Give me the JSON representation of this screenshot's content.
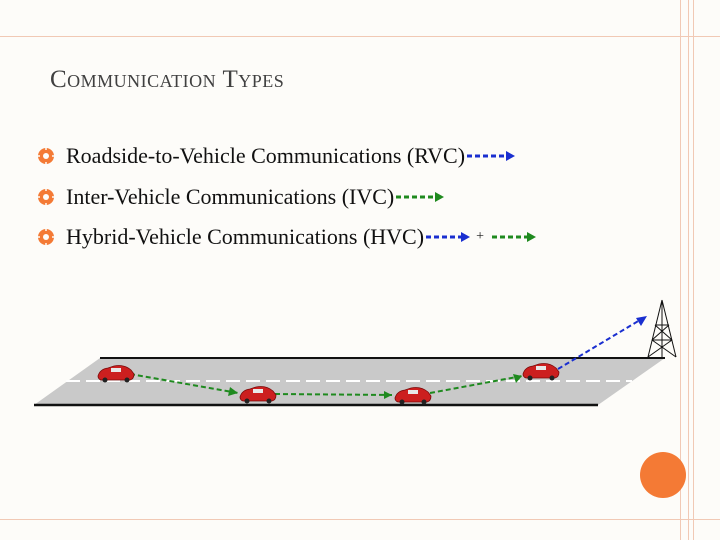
{
  "slide": {
    "title": "Communication Types",
    "bullets": [
      {
        "label": "Roadside-to-Vehicle Communications (RVC)",
        "arrow": "blue-dashed-arrow"
      },
      {
        "label": "Inter-Vehicle Communications (IVC)",
        "arrow": "green-dashed-arrow"
      },
      {
        "label": "Hybrid-Vehicle Communications (HVC)",
        "arrow": "blue-dashed-arrow",
        "plus": "+",
        "arrow2": "green-dashed-arrow"
      }
    ]
  },
  "colors": {
    "accent": "#f47a35",
    "border": "#f1c9b5",
    "blue_link": "#1a2fd0",
    "green_link": "#1f8a1f",
    "road": "#c9c9c9",
    "car": "#cc1f1f"
  }
}
